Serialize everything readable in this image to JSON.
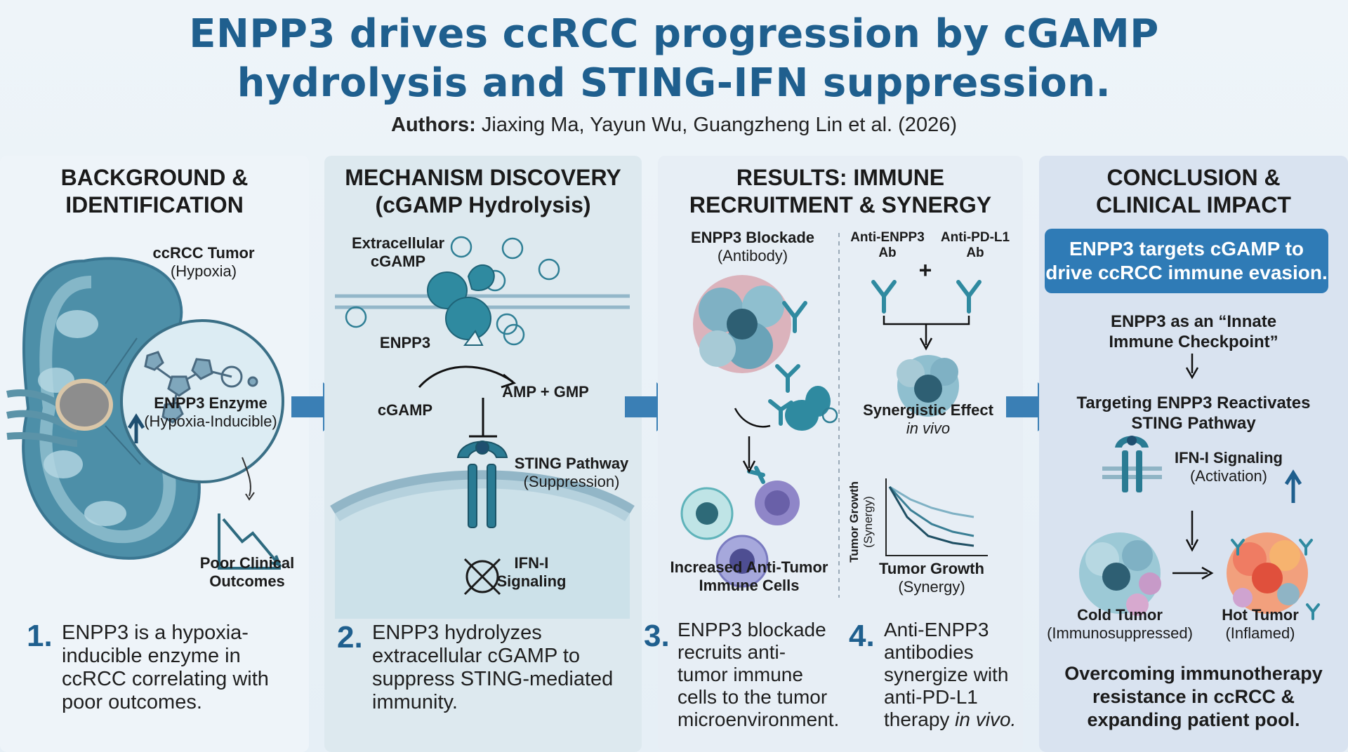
{
  "header": {
    "title_line1": "ENPP3 drives ccRCC progression by cGAMP",
    "title_line2": "hydrolysis and STING-IFN suppression.",
    "authors_label": "Authors:",
    "authors_text": " Jiaxing Ma, Yayun Wu, Guangzheng Lin et al. (2026)"
  },
  "panel1": {
    "heading_line1": "BACKGROUND &",
    "heading_line2": "IDENTIFICATION",
    "tumor_label": "ccRCC Tumor",
    "tumor_sub": "(Hypoxia)",
    "enzyme_label": "ENPP3 Enzyme",
    "enzyme_sub": "(Hypoxia-Inducible)",
    "outcome_line1": "Poor Clinical",
    "outcome_line2": "Outcomes",
    "step_number": "1.",
    "step_line1": "ENPP3 is a hypoxia-",
    "step_line2": "inducible enzyme in",
    "step_line3": "ccRCC correlating with",
    "step_line4": "poor outcomes."
  },
  "panel2": {
    "heading_line1": "MECHANISM DISCOVERY",
    "heading_line2": "(cGAMP Hydrolysis)",
    "extracellular_line1": "Extracellular",
    "extracellular_line2": "cGAMP",
    "enpp3_label": "ENPP3",
    "cgamp_label": "cGAMP",
    "products_label": "AMP + GMP",
    "sting_label": "STING Pathway",
    "sting_sub": "(Suppression)",
    "ifn_line1": "IFN-I",
    "ifn_line2": "Signaling",
    "step_number": "2.",
    "step_line1": "ENPP3 hydrolyzes",
    "step_line2": "extracellular cGAMP to",
    "step_line3": "suppress STING-mediated",
    "step_line4": "immunity."
  },
  "panel3": {
    "heading_line1": "RESULTS: IMMUNE",
    "heading_line2": "RECRUITMENT & SYNERGY",
    "blockade_label": "ENPP3 Blockade",
    "blockade_sub": "(Antibody)",
    "anti_enpp3_line1": "Anti-ENPP3",
    "anti_enpp3_line2": "Ab",
    "anti_pdl1_line1": "Anti-PD-L1",
    "anti_pdl1_line2": "Ab",
    "plus": "+",
    "synergy_label": "Synergistic Effect",
    "synergy_sub": "in vivo",
    "immune_line1": "Increased Anti-Tumor",
    "immune_line2": "Immune Cells",
    "yaxis_line1": "Tumor Growth",
    "yaxis_line2": "(Synergy)",
    "growth_label": "Tumor Growth",
    "growth_sub": "(Synergy)",
    "step3_number": "3.",
    "step3_line1": "ENPP3 blockade",
    "step3_line2": "recruits anti-",
    "step3_line3": "tumor immune",
    "step3_line4": "cells to the tumor",
    "step3_line5": "microenvironment.",
    "step4_number": "4.",
    "step4_line1": "Anti-ENPP3",
    "step4_line2": "antibodies",
    "step4_line3": "synergize with",
    "step4_line4": "anti-PD-L1",
    "step4_line5a": "therapy ",
    "step4_line5b": "in vivo."
  },
  "panel4": {
    "heading_line1": "CONCLUSION &",
    "heading_line2": "CLINICAL IMPACT",
    "banner_line1": "ENPP3 targets cGAMP to",
    "banner_line2": "drive ccRCC immune evasion.",
    "checkpoint_line1": "ENPP3 as an “Innate",
    "checkpoint_line2": "Immune Checkpoint”",
    "target_line1": "Targeting ENPP3 Reactivates",
    "target_line2": "STING Pathway",
    "ifn_label": "IFN-I Signaling",
    "ifn_sub": "(Activation)",
    "cold_label": "Cold Tumor",
    "cold_sub": "(Immunosuppressed)",
    "hot_label": "Hot Tumor",
    "hot_sub": "(Inflamed)",
    "final_line1": "Overcoming immunotherapy",
    "final_line2": "resistance in ccRCC &",
    "final_line3": "expanding patient pool."
  },
  "colors": {
    "title_blue": "#1f5f8e",
    "accent_teal": "#2f8aa0",
    "arrow_blue": "#3a7fb5",
    "banner_blue": "#2f7bb6"
  }
}
